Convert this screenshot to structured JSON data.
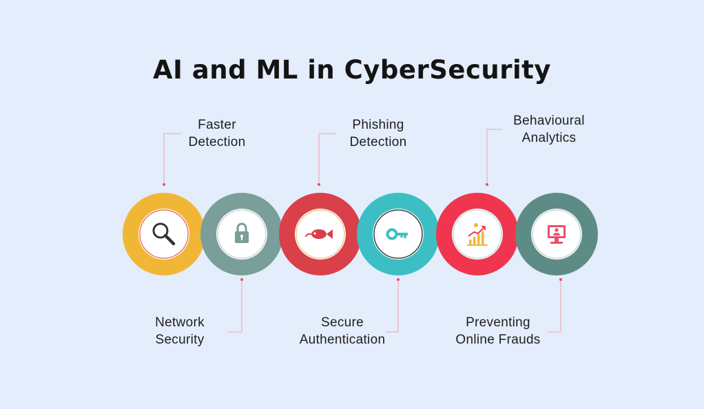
{
  "title": "AI and ML in CyberSecurity",
  "features": [
    {
      "line1": "Faster",
      "line2": "Detection",
      "icon": "magnifier-icon",
      "color": "#f2b637",
      "position": "top"
    },
    {
      "line1": "Network",
      "line2": "Security",
      "icon": "padlock-icon",
      "color": "#7a9e99",
      "position": "bottom"
    },
    {
      "line1": "Phishing",
      "line2": "Detection",
      "icon": "fish-hook-icon",
      "color": "#d9404a",
      "position": "top"
    },
    {
      "line1": "Secure",
      "line2": "Authentication",
      "icon": "key-icon",
      "color": "#3cbfc4",
      "position": "bottom"
    },
    {
      "line1": "Behavioural",
      "line2": "Analytics",
      "icon": "growth-chart-icon",
      "color": "#f0364f",
      "position": "top"
    },
    {
      "line1": "Preventing",
      "line2": "Online Frauds",
      "icon": "computer-user-icon",
      "color": "#5d8c87",
      "position": "bottom"
    }
  ],
  "connector_color": "#f0b3bd",
  "dot_color": "#e8506a"
}
